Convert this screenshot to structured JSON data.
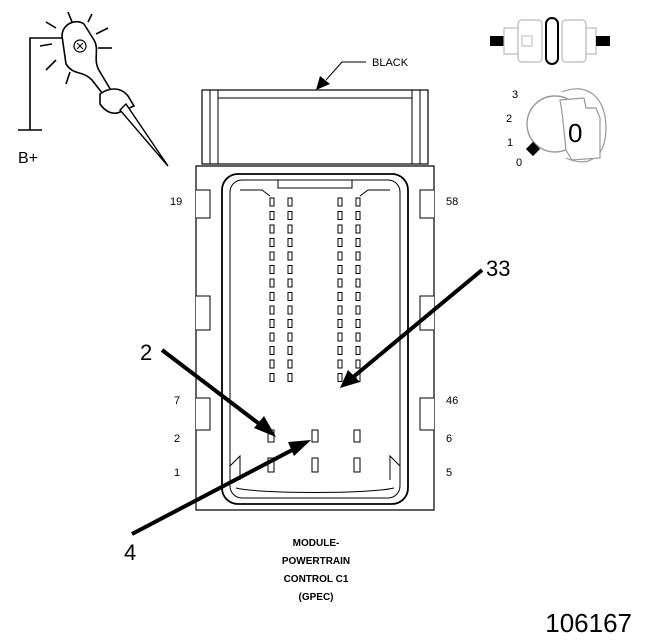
{
  "probe": {
    "supply_label": "B+",
    "icon": "test-light-probe-icon"
  },
  "connector": {
    "color_label": "BLACK",
    "name_lines": [
      "MODULE-",
      "POWERTRAIN",
      "CONTROL C1",
      "(GPEC)"
    ],
    "left_pin_labels": [
      "19",
      "7",
      "2",
      "1"
    ],
    "right_pin_labels": [
      "58",
      "46",
      "6",
      "5"
    ]
  },
  "callouts": {
    "pin_2": "2",
    "pin_4": "4",
    "pin_33": "33"
  },
  "ignition": {
    "positions": [
      "3",
      "2",
      "1",
      "0"
    ],
    "key_position": "0",
    "icon": "ignition-key-icon"
  },
  "disconnect_icon": "connector-disconnect-icon",
  "figure_number": "106167"
}
